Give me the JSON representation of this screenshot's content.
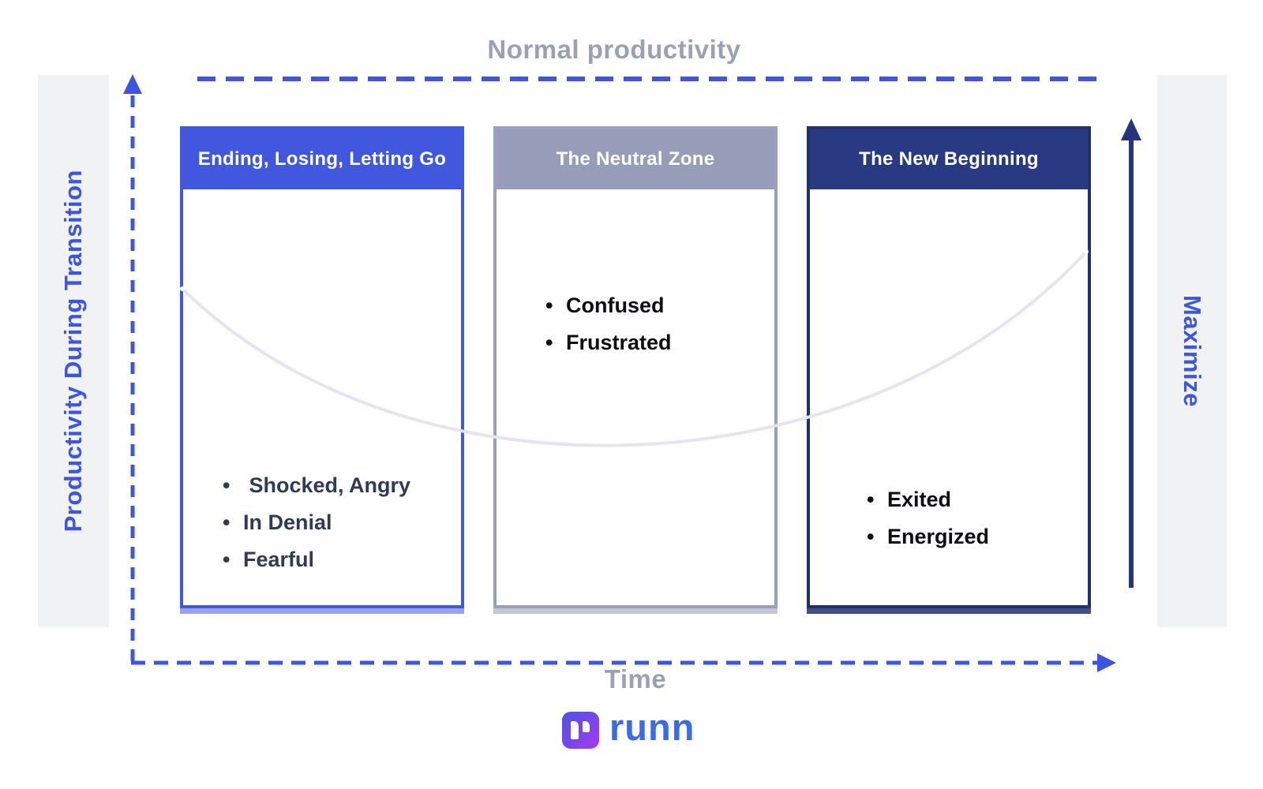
{
  "diagram": {
    "top_dashed_label": "Normal productivity",
    "y_axis_label": "Productivity During Transition",
    "x_axis_label": "Time",
    "right_rail_label": "Maximize"
  },
  "phases": [
    {
      "title": "Ending, Losing, Letting Go",
      "bullets": [
        " Shocked, Angry",
        "In Denial",
        "Fearful"
      ],
      "accent_color": "#4158de"
    },
    {
      "title": "The Neutral Zone",
      "bullets": [
        "Confused",
        "Frustrated"
      ],
      "accent_color": "#979db8"
    },
    {
      "title": "The New Beginning",
      "bullets": [
        "Exited",
        "Energized"
      ],
      "accent_color": "#2a3a82"
    }
  ],
  "colors": {
    "axis_blue": "#3d55e2",
    "label_gray": "#9aa1b4",
    "rail_background": "#f1f2f4",
    "curve_gray": "#e4e5f0",
    "arrow_navy": "#27357d",
    "card1_text": "#2f3a5a",
    "card23_text": "#0d0d12",
    "logo_wordmark_blue": "#3a6be9",
    "logo_gradient_start": "#4d54e4",
    "logo_gradient_end": "#a83aec"
  },
  "footer": {
    "logo_wordmark": "runn"
  }
}
